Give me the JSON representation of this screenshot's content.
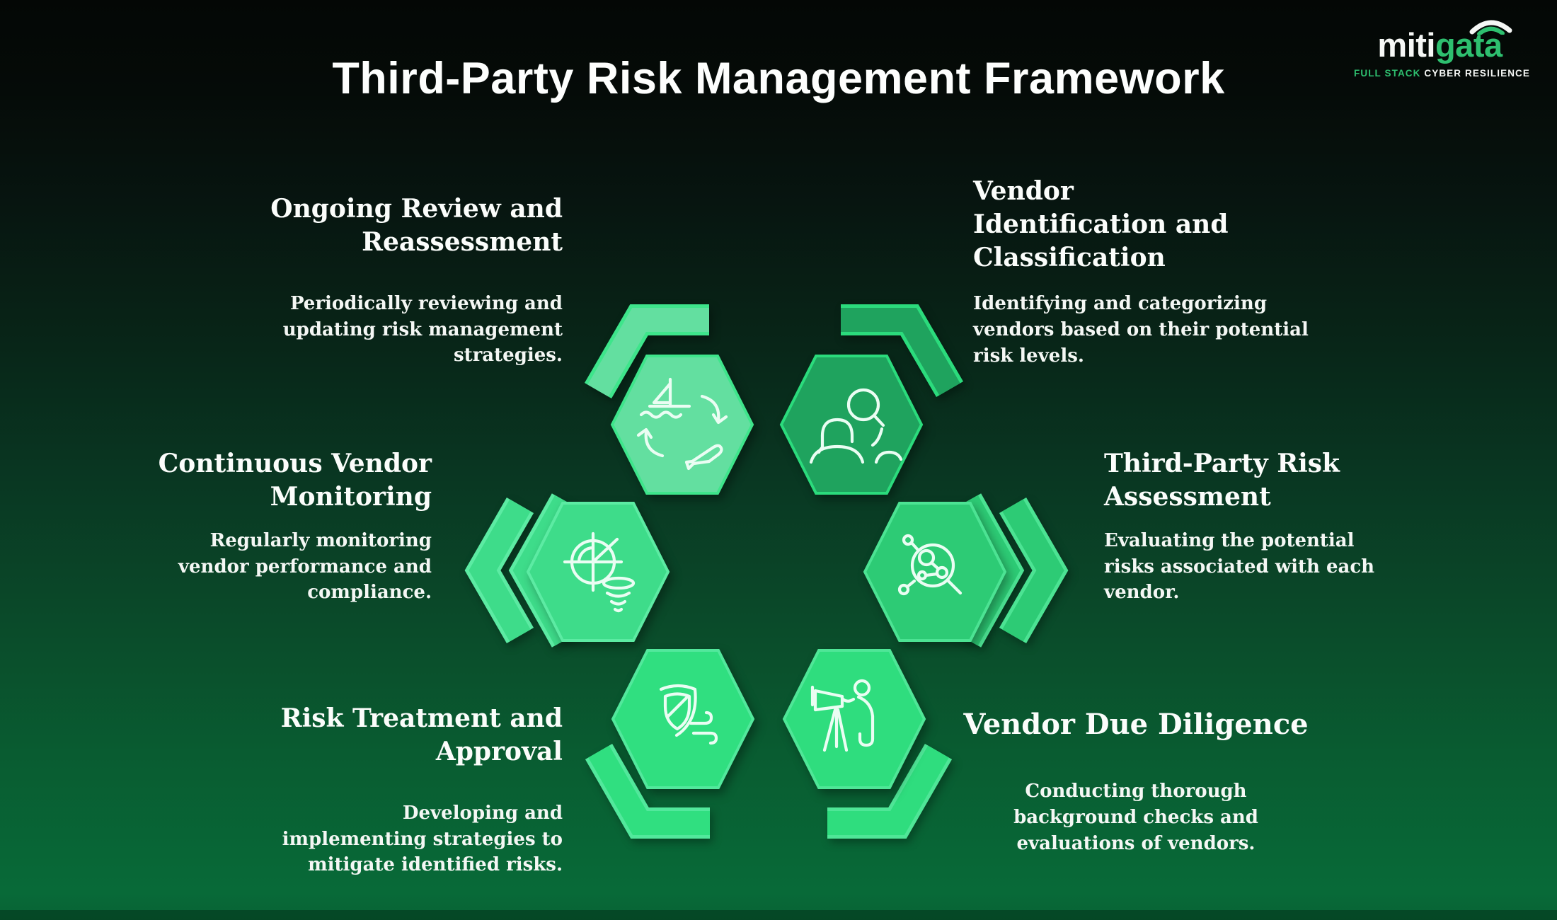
{
  "header": {
    "title": "Third-Party Risk Management Framework"
  },
  "logo": {
    "brand_white": "miti",
    "brand_green": "gata",
    "tagline_green": "FULL STACK",
    "tagline_white": "CYBER RESILIENCE",
    "arc_icon": "signal-arc-icon"
  },
  "steps": [
    {
      "id": "vendor-identification",
      "title": "Vendor\nIdentification and\nClassification",
      "description": "Identifying and categorizing\nvendors based on their potential\nrisk levels.",
      "icon": "person-search-icon"
    },
    {
      "id": "third-party-risk-assessment",
      "title": "Third-Party Risk\nAssessment",
      "description": "Evaluating the potential\nrisks associated with each\nvendor.",
      "icon": "molecule-magnifier-icon"
    },
    {
      "id": "vendor-due-diligence",
      "title": "Vendor Due Diligence",
      "description": "Conducting thorough\nbackground checks and\nevaluations of vendors.",
      "icon": "telescope-observer-icon"
    },
    {
      "id": "risk-treatment-approval",
      "title": "Risk Treatment and\nApproval",
      "description": "Developing and\nimplementing strategies to\nmitigate identified risks.",
      "icon": "shield-wind-icon"
    },
    {
      "id": "continuous-vendor-monitoring",
      "title": "Continuous Vendor\nMonitoring",
      "description": "Regularly monitoring\nvendor performance and\ncompliance.",
      "icon": "radar-tornado-icon"
    },
    {
      "id": "ongoing-review-reassessment",
      "title": "Ongoing Review and\nReassessment",
      "description": "Periodically reviewing and\nupdating risk management\nstrategies.",
      "icon": "transport-cycle-icon"
    }
  ],
  "colors": {
    "hex_light": "#63dfa0",
    "hex_light_stroke": "#3ee58b",
    "hex_medium": "#1fa35e",
    "hex_medium_stroke": "#2bdb7c",
    "hex_bright1": "#3edc8a",
    "hex_bright1_stroke": "#5ceba3",
    "hex_bright2": "#2dcb75",
    "hex_bright2_stroke": "#4ce393",
    "hex_bright3": "#30df80",
    "hex_bright3_stroke": "#52e89c",
    "hex_bright4": "#2fdd7e",
    "hex_bright4_stroke": "#4fe697",
    "icon_stroke": "#eafdf3",
    "brand_green": "#2ebf6f",
    "background_bottom": "#086a38",
    "background_top": "#040705",
    "text": "#f4f7f4"
  }
}
